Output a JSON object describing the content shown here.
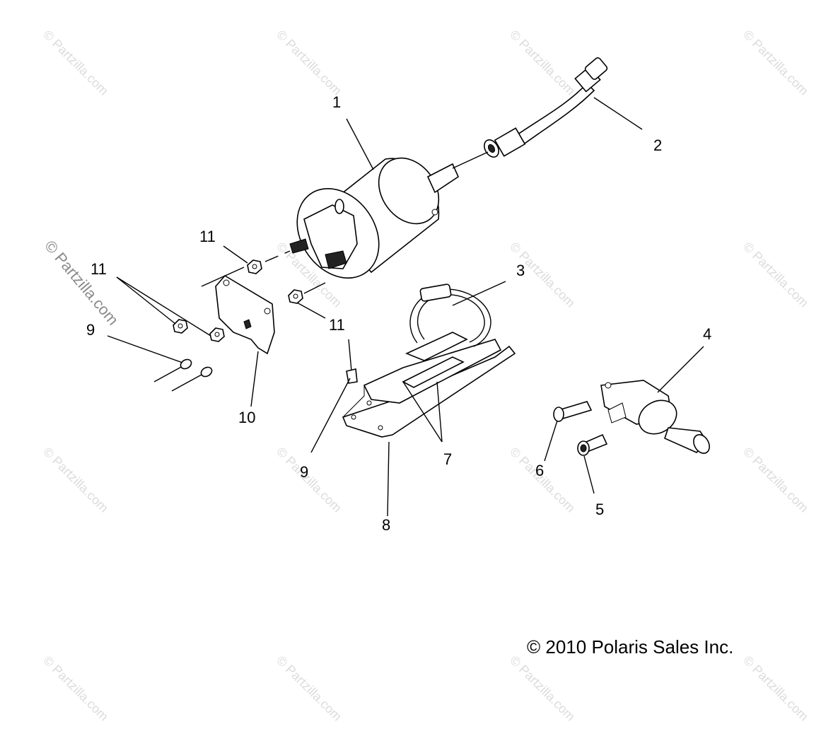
{
  "watermark": "© Partzilla.com",
  "side_watermark": "© Partzilla.com",
  "copyright": "© 2010 Polaris Sales Inc.",
  "callouts": {
    "c1": "1",
    "c2": "2",
    "c3": "3",
    "c4": "4",
    "c5": "5",
    "c6": "6",
    "c7": "7",
    "c8": "8",
    "c9a": "9",
    "c9b": "9",
    "c10": "10",
    "c11a": "11",
    "c11b": "11",
    "c11c": "11"
  }
}
